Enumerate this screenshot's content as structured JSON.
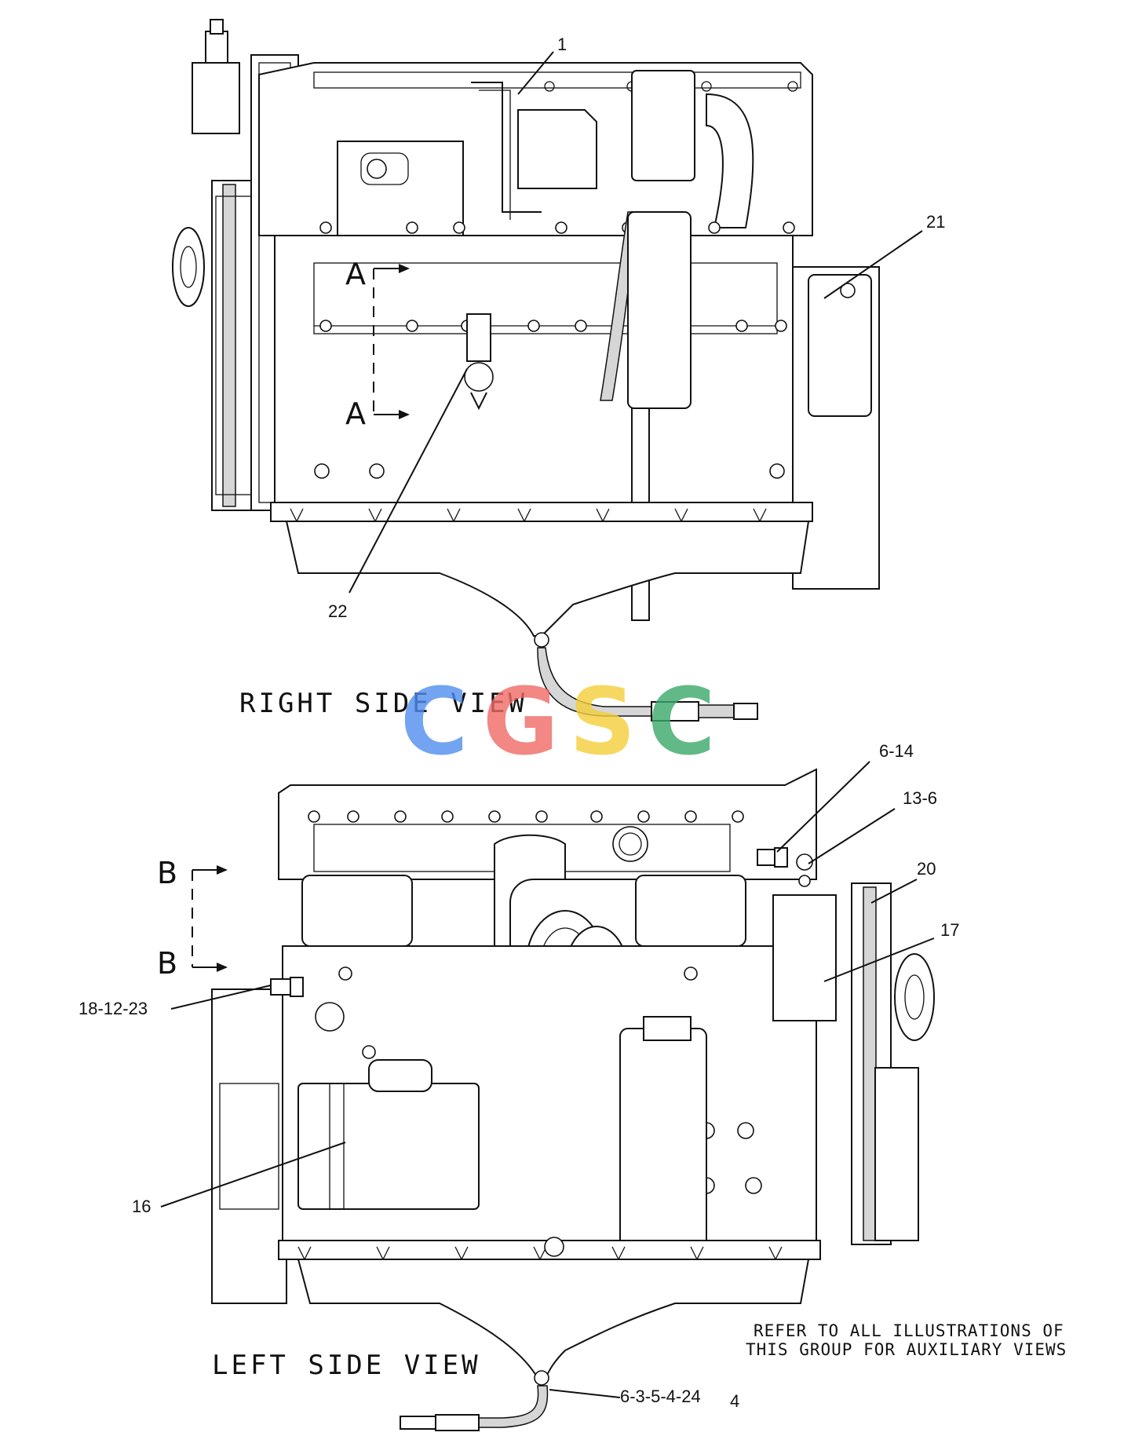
{
  "right_view": {
    "title": "RIGHT  SIDE  VIEW",
    "callouts": {
      "c1": "1",
      "c21": "21",
      "c22": "22"
    },
    "section_a_top": "A",
    "section_a_bottom": "A"
  },
  "left_view": {
    "title": "LEFT  SIDE  VIEW",
    "callouts": {
      "c6_14": "6-14",
      "c13_6": "13-6",
      "c20": "20",
      "c17": "17",
      "c18_12_23": "18-12-23",
      "c16": "16",
      "c6_3_5_4_24": "6-3-5-4-24",
      "c4": "4"
    },
    "section_b_top": "B",
    "section_b_bottom": "B"
  },
  "note": {
    "line1": "REFER TO ALL ILLUSTRATIONS OF",
    "line2": "THIS GROUP FOR AUXILIARY VIEWS"
  },
  "watermark": {
    "letters": [
      "C",
      "G",
      "S",
      "C"
    ],
    "colors": [
      "#4f8ef0",
      "#f06a66",
      "#f5cf3a",
      "#3aa86a"
    ]
  }
}
